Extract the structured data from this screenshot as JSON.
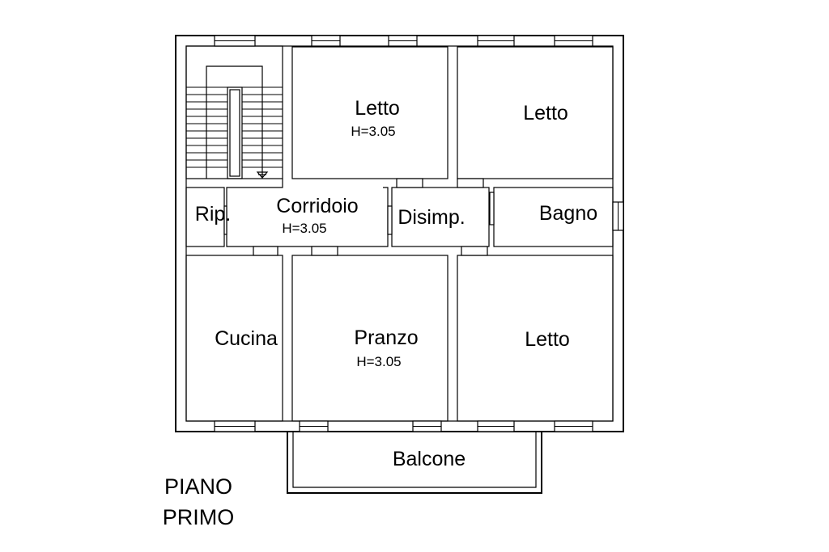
{
  "floor_label": {
    "line1": "PIANO",
    "line2": "PRIMO"
  },
  "rooms": {
    "letto_1": {
      "name": "Letto",
      "height": "H=3.05"
    },
    "letto_2": {
      "name": "Letto"
    },
    "ripostiglio": {
      "name": "Rip."
    },
    "corridoio": {
      "name": "Corridoio",
      "height": "H=3.05"
    },
    "disimpegno": {
      "name": "Disimp."
    },
    "bagno": {
      "name": "Bagno"
    },
    "cucina": {
      "name": "Cucina"
    },
    "pranzo": {
      "name": "Pranzo",
      "height": "H=3.05"
    },
    "letto_3": {
      "name": "Letto"
    },
    "balcone": {
      "name": "Balcone"
    }
  },
  "colors": {
    "line": "#000000",
    "background": "#ffffff"
  }
}
